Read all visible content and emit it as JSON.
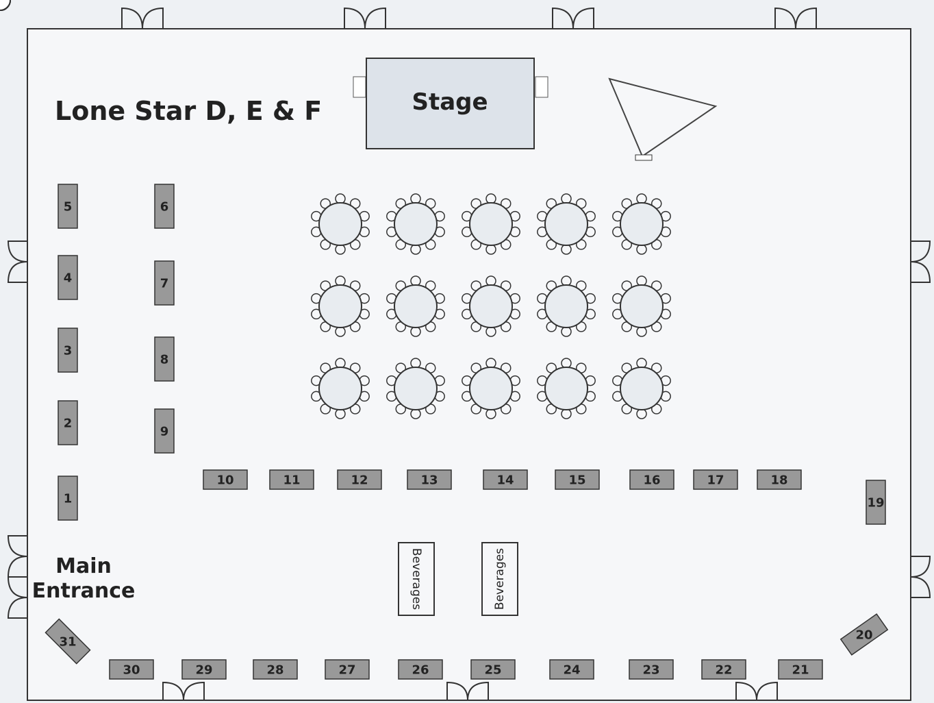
{
  "room": {
    "title": "Lone Star D, E & F",
    "stage_label": "Stage",
    "entrance_label_line1": "Main",
    "entrance_label_line2": "Entrance"
  },
  "beverages": [
    "Beverages",
    "Beverages"
  ],
  "vendor_tables": [
    "1",
    "2",
    "3",
    "4",
    "5",
    "6",
    "7",
    "8",
    "9",
    "10",
    "11",
    "12",
    "13",
    "14",
    "15",
    "16",
    "17",
    "18",
    "19",
    "20",
    "21",
    "22",
    "23",
    "24",
    "25",
    "26",
    "27",
    "28",
    "29",
    "30",
    "31"
  ],
  "round_tables": {
    "rows": 3,
    "columns": 5
  },
  "colors": {
    "background": "#eef1f4",
    "walls": "#333333",
    "stage_fill": "#dde3ea",
    "table_fill": "#999999",
    "round_table_fill": "#e8ecf0"
  }
}
